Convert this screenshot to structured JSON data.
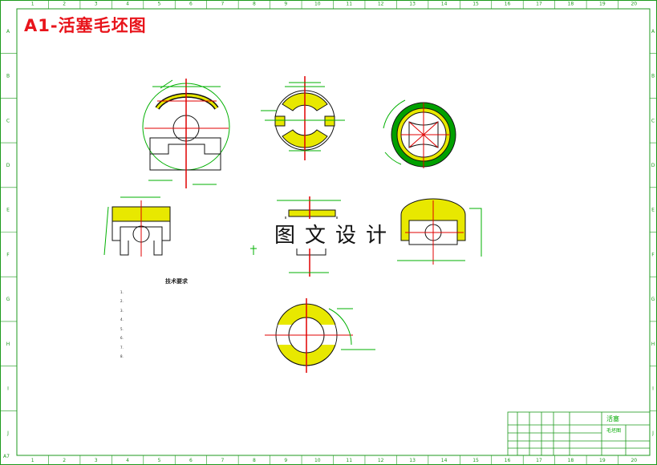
{
  "drawing": {
    "title": "A1-活塞毛坯图",
    "watermark": "图文设计",
    "corner_mark": "A7",
    "columns": [
      "1",
      "2",
      "3",
      "4",
      "5",
      "6",
      "7",
      "8",
      "9",
      "10",
      "11",
      "12",
      "13",
      "14",
      "15",
      "16",
      "17",
      "18",
      "19",
      "20"
    ],
    "rows": [
      "A",
      "B",
      "C",
      "D",
      "E",
      "F",
      "G",
      "H",
      "I",
      "J"
    ]
  },
  "notes": {
    "heading": "技术要求",
    "items": [
      "1.",
      "2.",
      "3.",
      "4.",
      "5.",
      "6.",
      "7.",
      "8."
    ]
  },
  "title_block": {
    "part_name": "活塞",
    "subtitle": "毛坯图"
  },
  "colors": {
    "frame": "#1d9a1d",
    "title": "#e8141b",
    "outline": "#111111",
    "dimension": "#00b000",
    "centerline": "#e00000",
    "hatch": "#e8e800",
    "accent": "#0000ee"
  }
}
